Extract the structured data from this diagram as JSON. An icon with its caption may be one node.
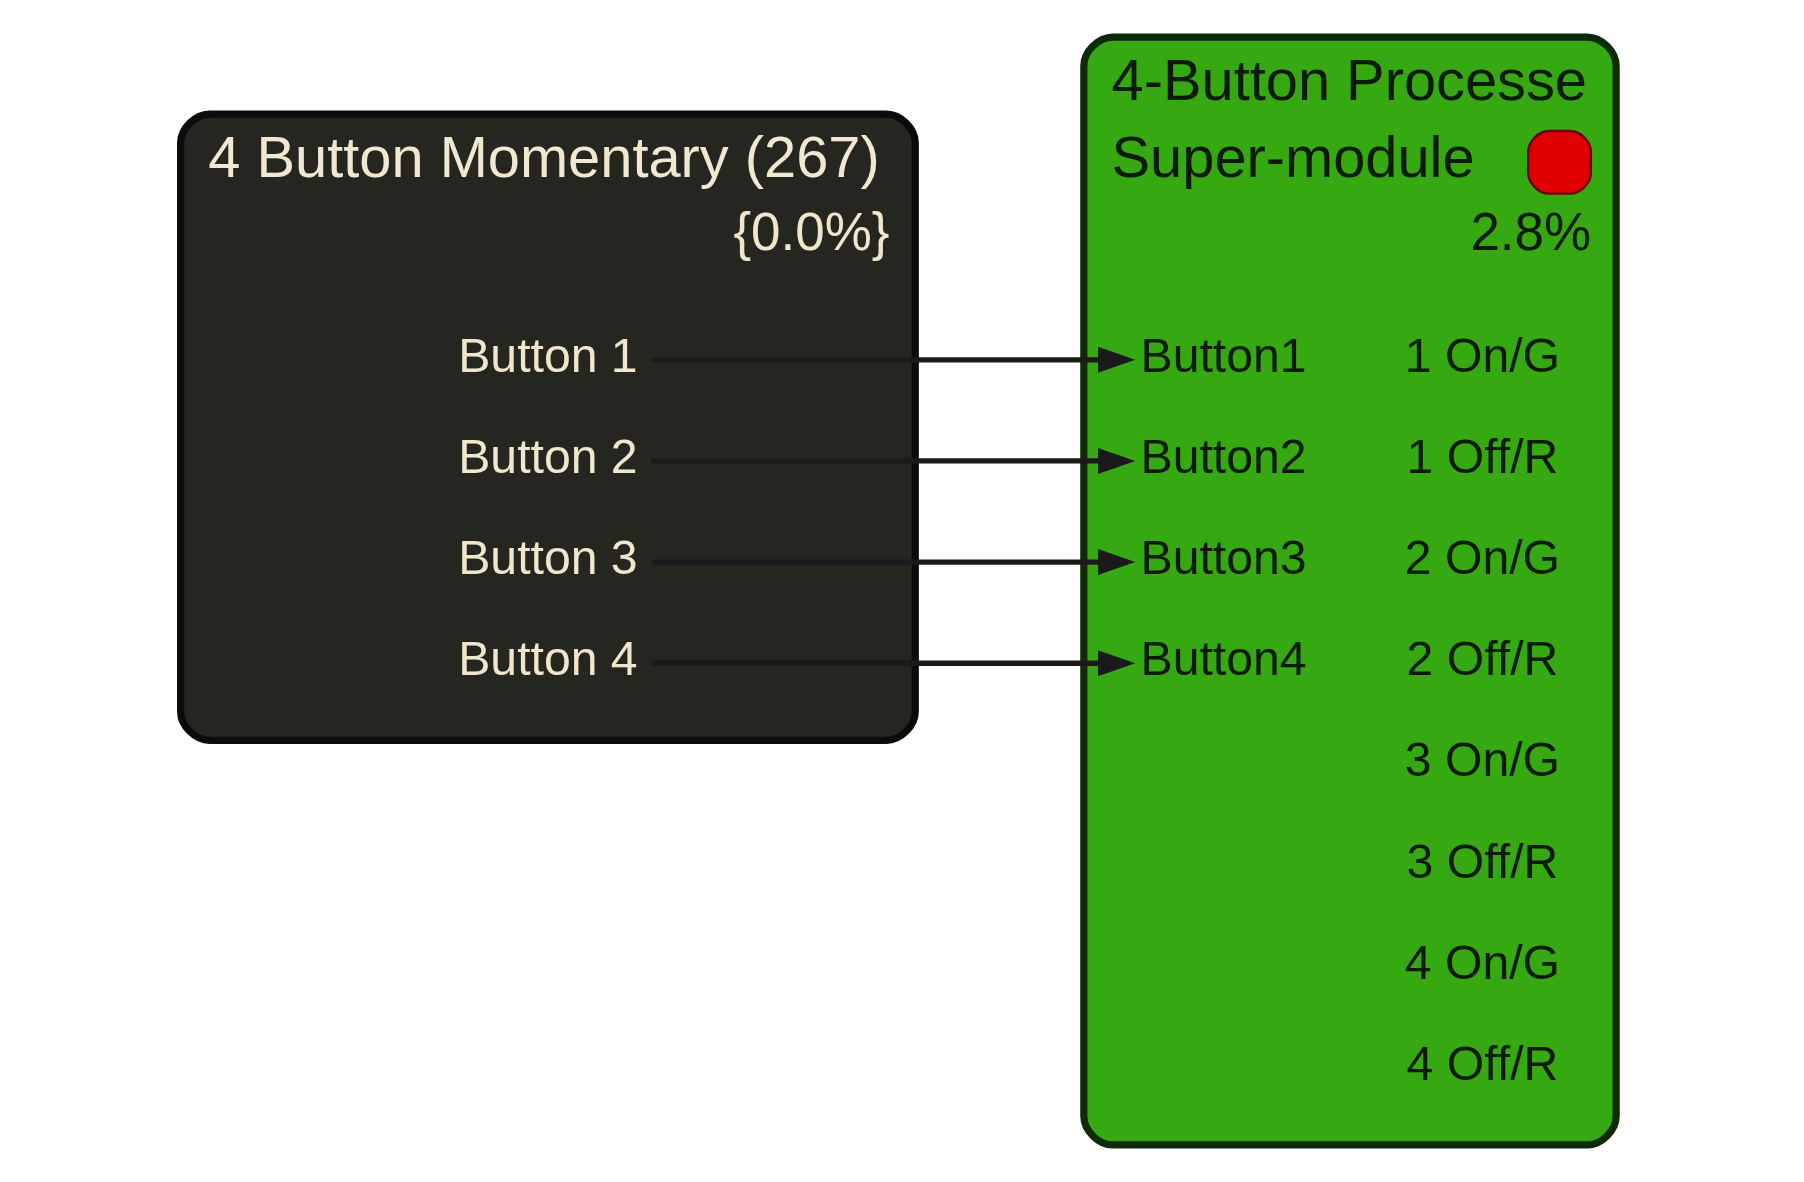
{
  "diagram": {
    "nodes": [
      {
        "text": [
          "4 Button Momentary (267)",
          "{0.0%}"
        ]
      },
      {
        "text": [
          "Button 1"
        ],
        "in": 0
      },
      {
        "text": [
          "Button 2"
        ],
        "in": 0
      },
      {
        "text": [
          "Button 3"
        ],
        "in": 0
      },
      {
        "text": [
          "Button 4"
        ],
        "in": 0
      },
      {
        "text": [
          "4-Button Processe",
          "Super-module",
          "2.8%"
        ]
      },
      {
        "text": [
          "Button1"
        ],
        "in": 5
      },
      {
        "text": [
          "Button2"
        ],
        "in": 5
      },
      {
        "text": [
          "Button3"
        ],
        "in": 5
      },
      {
        "text": [
          "Button4"
        ],
        "in": 5
      },
      {
        "text": [
          "1 On/G"
        ],
        "in": 5
      },
      {
        "text": [
          "1 Off/R"
        ],
        "in": 5
      },
      {
        "text": [
          "2 On/G"
        ],
        "in": 5
      },
      {
        "text": [
          "2 Off/R"
        ],
        "in": 5
      },
      {
        "text": [
          "3 On/G"
        ],
        "in": 5
      },
      {
        "text": [
          "3 Off/R"
        ],
        "in": 5
      },
      {
        "text": [
          "4 On/G"
        ],
        "in": 5
      },
      {
        "text": [
          "4 Off/R"
        ],
        "in": 5
      }
    ],
    "edges": [
      {
        "from": 1,
        "to": 6,
        "arrow": "to"
      },
      {
        "from": 2,
        "to": 7,
        "arrow": "to"
      },
      {
        "from": 3,
        "to": 8,
        "arrow": "to"
      },
      {
        "from": 4,
        "to": 9,
        "arrow": "to"
      }
    ]
  }
}
